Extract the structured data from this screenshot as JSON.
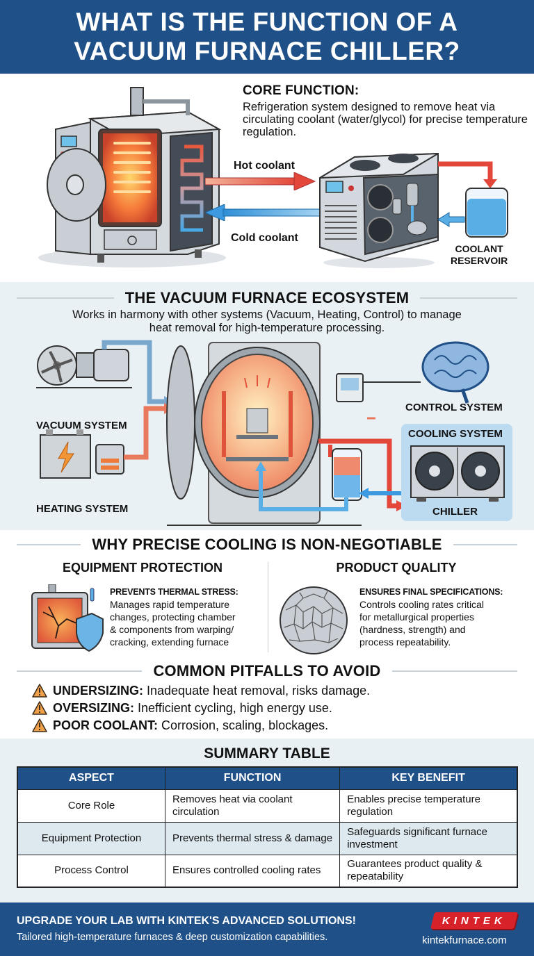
{
  "header": {
    "title_line1": "WHAT IS THE FUNCTION OF A",
    "title_line2": "VACUUM FURNACE CHILLER?",
    "bg_color": "#1f5087"
  },
  "core_function": {
    "title": "CORE FUNCTION:",
    "body": "Refrigeration system designed to remove heat via circulating coolant (water/glycol) for precise temperature regulation.",
    "flow_labels": {
      "hot": "Hot coolant",
      "cold": "Cold coolant",
      "reservoir_line1": "COOLANT",
      "reservoir_line2": "RESERVOIR"
    },
    "icons": [
      "vacuum-furnace-illustration",
      "chiller-unit-illustration",
      "coolant-reservoir-beaker"
    ]
  },
  "ecosystem": {
    "title": "THE VACUUM FURNACE ECOSYSTEM",
    "subtitle_line1": "Works in harmony with other systems (Vacuum, Heating, Control) to manage",
    "subtitle_line2": "heat removal for high-temperature processing.",
    "labels": {
      "vacuum": "VACUUM SYSTEM",
      "heating": "HEATING SYSTEM",
      "control": "CONTROL SYSTEM",
      "cooling": "COOLING SYSTEM",
      "chiller": "CHILLER"
    },
    "icons": [
      "vacuum-pump-icon",
      "battery-power-icon",
      "furnace-chamber-icon",
      "controller-panel-icon",
      "brain-icon",
      "chiller-fans-icon"
    ]
  },
  "why_cooling": {
    "title": "WHY PRECISE COOLING IS NON-NEGOTIABLE",
    "left": {
      "title": "EQUIPMENT PROTECTION",
      "bold": "PREVENTS THERMAL STRESS:",
      "lines": [
        "Manages rapid temperature",
        "changes, protecting chamber",
        "& components from warping/",
        "cracking, extending furnace"
      ]
    },
    "right": {
      "title": "PRODUCT QUALITY",
      "bold": "ENSURES FINAL SPECIFICATIONS:",
      "lines": [
        "Controls cooling rates critical",
        "for metallurgical properties",
        "(hardness, strength) and",
        "process repeatability."
      ]
    }
  },
  "pitfalls": {
    "title": "COMMON PITFALLS TO AVOID",
    "items": [
      {
        "label": "UNDERSIZING:",
        "text": "Inadequate heat removal, risks damage."
      },
      {
        "label": "OVERSIZING:",
        "text": "Inefficient cycling, high energy use."
      },
      {
        "label": "POOR COOLANT:",
        "text": "Corrosion, scaling, blockages."
      }
    ],
    "warning_color": "#f0a04b"
  },
  "summary": {
    "title": "SUMMARY TABLE",
    "headers": [
      "ASPECT",
      "FUNCTION",
      "KEY BENEFIT"
    ],
    "rows": [
      [
        "Core Role",
        "Removes heat via coolant circulation",
        "Enables precise temperature regulation"
      ],
      [
        "Equipment Protection",
        "Prevents thermal stress & damage",
        "Safeguards significant furnace investment"
      ],
      [
        "Process Control",
        "Ensures controlled cooling rates",
        "Guarantees product quality & repeatability"
      ]
    ]
  },
  "footer": {
    "cta": "UPGRADE YOUR LAB WITH KINTEK'S ADVANCED SOLUTIONS!",
    "tagline": "Tailored high-temperature furnaces & deep customization capabilities.",
    "logo": "KINTEK",
    "url": "kintekfurnace.com",
    "logo_color": "#d8222a"
  }
}
